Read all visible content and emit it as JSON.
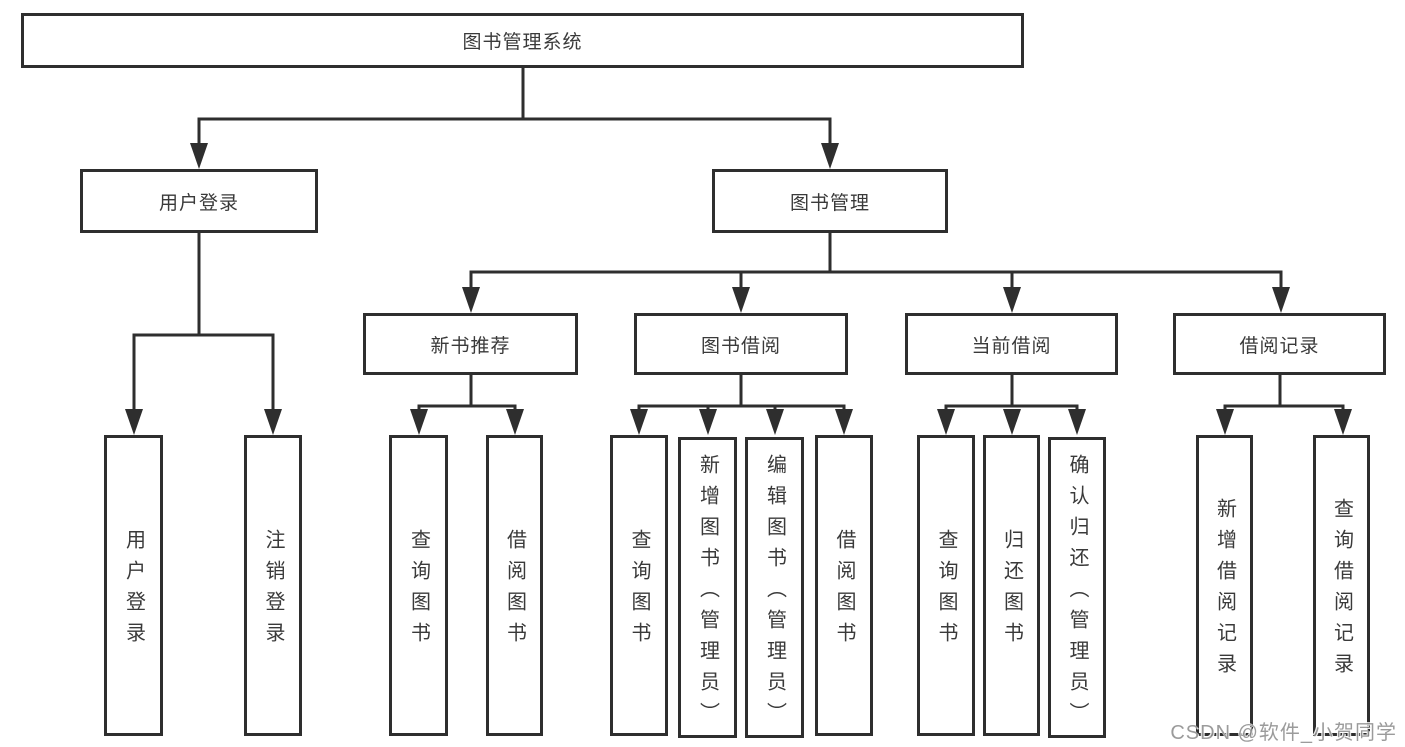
{
  "diagram": {
    "root": {
      "label": "图书管理系统"
    },
    "branches": {
      "user_login": {
        "label": "用户登录",
        "children": {
          "login": {
            "label": "用户登录"
          },
          "logout": {
            "label": "注销登录"
          }
        }
      },
      "book_mgmt": {
        "label": "图书管理",
        "children": {
          "new_book_rec": {
            "label": "新书推荐",
            "children": {
              "query_books": {
                "label": "查询图书"
              },
              "borrow_books": {
                "label": "借阅图书"
              }
            }
          },
          "book_borrow": {
            "label": "图书借阅",
            "children": {
              "query_books": {
                "label": "查询图书"
              },
              "add_books": {
                "label": "新增图书（管理员）"
              },
              "edit_books": {
                "label": "编辑图书（管理员）"
              },
              "borrow_books": {
                "label": "借阅图书"
              }
            }
          },
          "current_borrow": {
            "label": "当前借阅",
            "children": {
              "query_books": {
                "label": "查询图书"
              },
              "return_books": {
                "label": "归还图书"
              },
              "confirm_return": {
                "label": "确认归还（管理员）"
              }
            }
          },
          "borrow_record": {
            "label": "借阅记录",
            "children": {
              "add_record": {
                "label": "新增借阅记录"
              },
              "query_record": {
                "label": "查询借阅记录"
              }
            }
          }
        }
      }
    }
  },
  "watermark": {
    "text": "CSDN @软件_小贺同学"
  },
  "colors": {
    "line": "#2e2e2e",
    "text": "#3a3a3a",
    "background": "#ffffff",
    "watermark": "#8a8a8a"
  }
}
